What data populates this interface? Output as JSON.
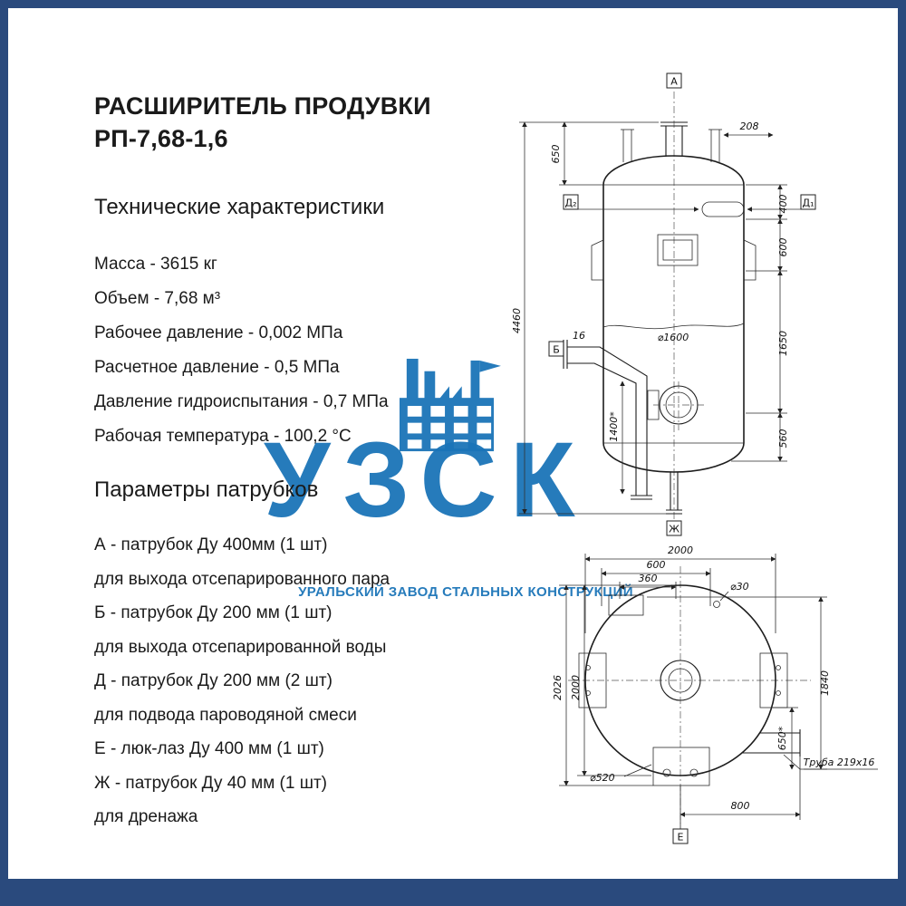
{
  "colors": {
    "frame": "#2a4a7d",
    "brand": "#1b74b8",
    "ink": "#1a1a1a"
  },
  "header": {
    "title_line1": "РАСШИРИТЕЛЬ ПРОДУВКИ",
    "title_line2": "РП-7,68-1,6",
    "section_specs": "Технические характеристики",
    "section_nozzles": "Параметры патрубков"
  },
  "specs": [
    "Масса - 3615 кг",
    "Объем - 7,68 м³",
    "Рабочее давление - 0,002 МПа",
    "Расчетное давление - 0,5 МПа",
    "Давление гидроиспытания - 0,7 МПа",
    "Рабочая температура - 100,2 °С"
  ],
  "nozzles": [
    "А - патрубок Ду 400мм (1 шт)",
    "для выхода отсепарированного пара",
    "Б - патрубок Ду 200 мм (1 шт)",
    "для выхода отсепарированной воды",
    "Д - патрубок Ду 200 мм (2 шт)",
    "для подвода пароводяной смеси",
    "Е - люк-лаз Ду 400 мм (1 шт)",
    "Ж - патрубок Ду 40 мм (1 шт)",
    "для дренажа"
  ],
  "watermark": {
    "brand": "УЗСК",
    "subtitle": "УРАЛЬСКИЙ ЗАВОД СТАЛЬНЫХ КОНСТРУКЦИЙ"
  },
  "front_view": {
    "label_a": "А",
    "label_d2": "Д₂",
    "label_d1": "Д₁",
    "label_b": "Б",
    "label_zh": "Ж",
    "dim_208": "208",
    "dim_650": "650",
    "dim_4460": "4460",
    "dim_400": "400",
    "dim_600": "600",
    "dim_1650": "1650",
    "dim_560": "560",
    "dim_16": "16",
    "dim_1400": "1400*",
    "dim_d1600": "⌀1600"
  },
  "plan_view": {
    "label_e": "Е",
    "dim_2000_top": "2000",
    "dim_600": "600",
    "dim_360": "360",
    "dim_d30": "⌀30",
    "dim_2026": "2026",
    "dim_2000_left": "2000",
    "dim_1840": "1840",
    "dim_650": "650*",
    "dim_d520": "⌀520",
    "dim_800": "800",
    "pipe_note": "Труба 219x16"
  }
}
